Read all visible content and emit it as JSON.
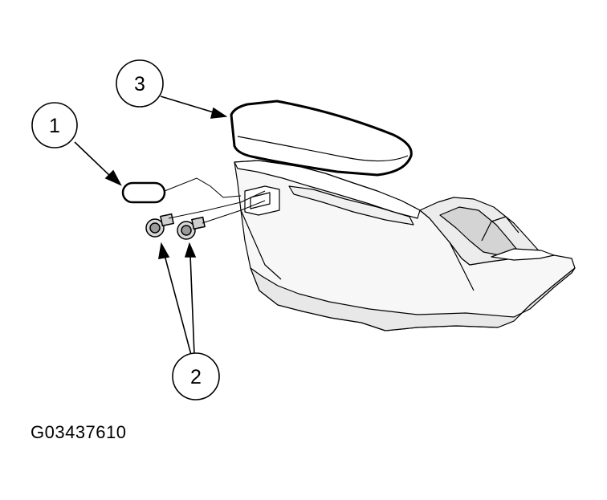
{
  "figure": {
    "id": "G03437610"
  },
  "callouts": [
    {
      "label": "1",
      "part": "armrest-plug"
    },
    {
      "label": "2",
      "part": "bolts"
    },
    {
      "label": "3",
      "part": "armrest-pad"
    }
  ],
  "colors": {
    "line": "#000000",
    "panel_fill": "#f7f7f7",
    "shade_fill": "#e6e6e6",
    "dark_fill": "#cfcfcf",
    "background": "#ffffff"
  }
}
